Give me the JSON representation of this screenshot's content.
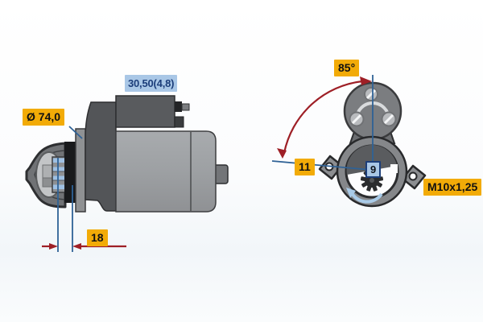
{
  "figure": {
    "type": "technical-dimension-drawing",
    "subject": "starter motor (side view and pinion end view)"
  },
  "colors": {
    "label_yellow_bg": "#f2ab07",
    "label_blue_bg": "#a9c7e6",
    "label_blue_text": "#1c3e7a",
    "dimension_blue": "#2f6296",
    "dimension_red": "#9e1f26",
    "rotation_arrow_blue": "#a9cbe8"
  },
  "side_view": {
    "labels": {
      "pinion_diameter": "Ø 74,0",
      "pinion_travel": "30,50(4,8)",
      "pinion_offset": "18"
    }
  },
  "end_view": {
    "labels": {
      "mounting_angle": "85°",
      "flange_position": "11",
      "pinion_teeth": "9",
      "thread_size": "M10x1,25"
    }
  }
}
